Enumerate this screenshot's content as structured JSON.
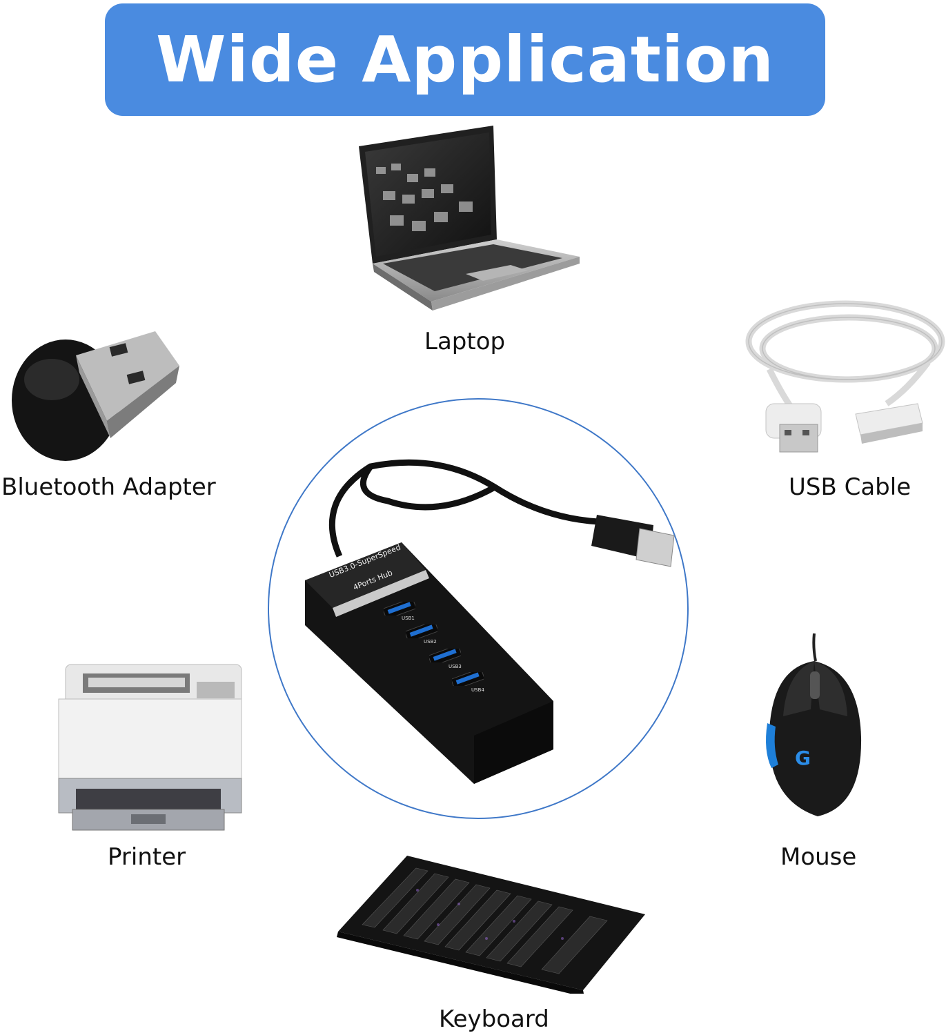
{
  "banner": {
    "title": "Wide Application",
    "color": "#4a8be0"
  },
  "devices": {
    "laptop": "Laptop",
    "bluetooth": "Bluetooth Adapter",
    "usb_cable": "USB Cable",
    "printer": "Printer",
    "mouse": "Mouse",
    "keyboard": "Keyboard"
  },
  "hub": {
    "line1": "USB3.0-SuperSpeed",
    "line2": "4Ports Hub",
    "ports": [
      "USB1",
      "USB2",
      "USB3",
      "USB4"
    ],
    "ring_color": "#3f78c8"
  }
}
